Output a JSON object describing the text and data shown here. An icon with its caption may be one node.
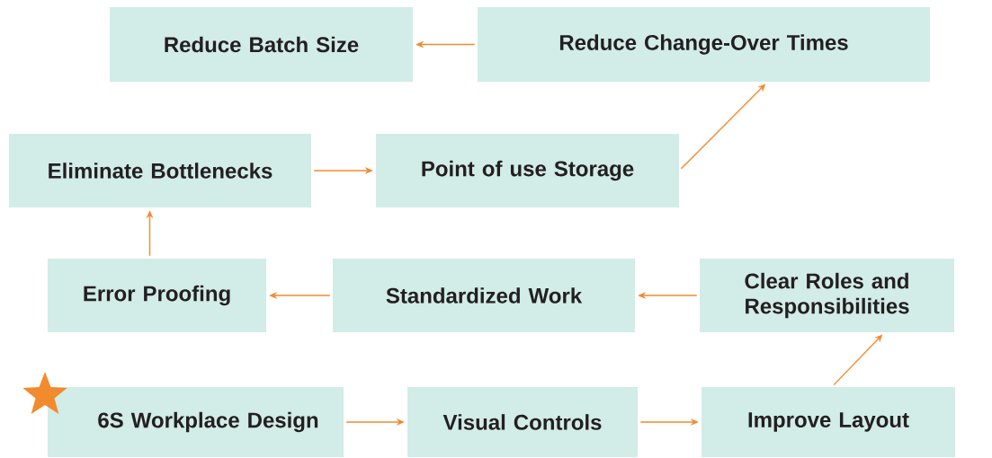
{
  "diagram": {
    "nodes": [
      {
        "text": [
          "Reduce Batch Size"
        ]
      },
      {
        "text": [
          "Reduce Change-Over Times"
        ]
      },
      {
        "text": [
          "Eliminate Bottlenecks"
        ]
      },
      {
        "text": [
          "Point of use Storage"
        ]
      },
      {
        "text": [
          "Error Proofing"
        ]
      },
      {
        "text": [
          "Standardized Work"
        ]
      },
      {
        "text": [
          "Clear Roles and Responsibilities"
        ]
      },
      {
        "text": [
          "6S Workplace Design"
        ]
      },
      {
        "text": [
          "Visual Controls"
        ]
      },
      {
        "text": [
          "Improve Layout"
        ]
      }
    ],
    "edges": [
      {
        "from": 7,
        "to": 8,
        "arrow": "to"
      },
      {
        "from": 8,
        "to": 9,
        "arrow": "to"
      },
      {
        "from": 9,
        "to": 6,
        "arrow": "to"
      },
      {
        "from": 6,
        "to": 5,
        "arrow": "to"
      },
      {
        "from": 5,
        "to": 4,
        "arrow": "to"
      },
      {
        "from": 4,
        "to": 2,
        "arrow": "to"
      },
      {
        "from": 2,
        "to": 3,
        "arrow": "to"
      },
      {
        "from": 3,
        "to": 1,
        "arrow": "to"
      },
      {
        "from": 1,
        "to": 0,
        "arrow": "to"
      }
    ]
  }
}
